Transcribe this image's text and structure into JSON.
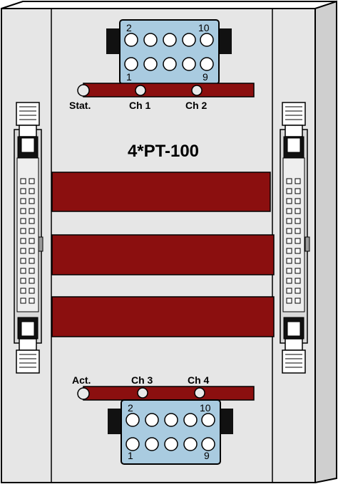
{
  "module": {
    "title": "4*PT-100"
  },
  "top_connector": {
    "pin_label_top_left": "2",
    "pin_label_top_right": "10",
    "pin_label_bottom_left": "1",
    "pin_label_bottom_right": "9"
  },
  "bottom_connector": {
    "pin_label_top_left": "2",
    "pin_label_top_right": "10",
    "pin_label_bottom_left": "1",
    "pin_label_bottom_right": "9"
  },
  "top_led_bar": {
    "led_labels": [
      "Stat.",
      "Ch 1",
      "Ch 2"
    ]
  },
  "bottom_led_bar": {
    "led_labels": [
      "Act.",
      "Ch 3",
      "Ch 4"
    ]
  },
  "colors": {
    "housing": "#e6e6e6",
    "housing_side": "#cfcfcf",
    "connector_blue": "#a9cbe0",
    "label_strip_red": "#8b0f0f",
    "led": "#e8e8e8",
    "ribbon_connector": "#d9d9d9"
  }
}
